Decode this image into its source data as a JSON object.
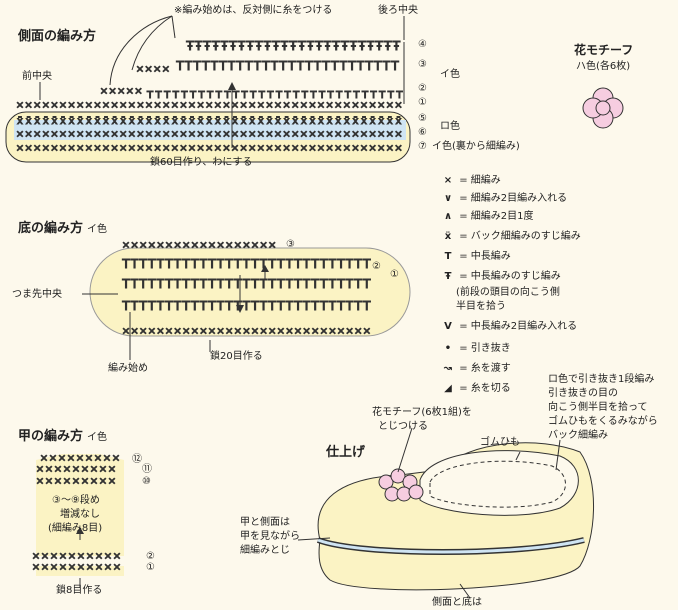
{
  "colors": {
    "background": "#fdf9ec",
    "yarn_i": "#fbf3c4",
    "yarn_ro": "#cfe4f3",
    "flower": "#f6cde0",
    "line": "#333333"
  },
  "side": {
    "title": "側面の編み方",
    "note": "※編み始めは、反対側に糸をつける",
    "back_center": "後ろ中央",
    "front_center": "前中央",
    "color_i": "イ色",
    "color_ro": "ロ色",
    "row7": "イ色(裏から細編み)",
    "chain": "鎖60目作り、わにする",
    "rows": [
      "④",
      "③",
      "②",
      "①",
      "⑤",
      "⑥",
      "⑦"
    ]
  },
  "bottom": {
    "title": "底の編み方",
    "color": "イ色",
    "toe": "つま先中央",
    "start": "編み始め",
    "chain": "鎖20目作る",
    "rows": [
      "③",
      "②",
      "①"
    ]
  },
  "instep": {
    "title": "甲の編み方",
    "color": "イ色",
    "center_l1": "③～⑨段め",
    "center_l2": "増減なし",
    "center_l3": "(細編み8目)",
    "chain": "鎖8目作る",
    "rows": [
      "⑫",
      "⑪",
      "⑩",
      "②",
      "①"
    ]
  },
  "motif": {
    "title": "花モチーフ",
    "subtitle": "ハ色(各6枚)"
  },
  "legend": [
    {
      "sym": "×",
      "label": "= 細編み"
    },
    {
      "sym": "∨",
      "label": "= 細編み2目編み入れる"
    },
    {
      "sym": "∧",
      "label": "= 細編み2目1度"
    },
    {
      "sym": "ẍ",
      "label": "= バック細編みのすじ編み"
    },
    {
      "sym": "T",
      "label": "= 中長編み"
    },
    {
      "sym": "Ŧ",
      "label": "= 中長編みのすじ編み"
    },
    {
      "sym": "",
      "label": "(前段の頭目の向こう側"
    },
    {
      "sym": "",
      "label": "  半目を拾う"
    },
    {
      "sym": "V",
      "label": "= 中長編み2目編み入れる"
    },
    {
      "sym": "•",
      "label": "= 引き抜き"
    },
    {
      "sym": "↝",
      "label": "= 糸を渡す"
    },
    {
      "sym": "◢",
      "label": "= 糸を切る"
    }
  ],
  "finish": {
    "title": "仕上げ",
    "motif_note_1": "花モチーフ(6枚1組)を",
    "motif_note_2": "とじつける",
    "elastic": "ゴムひも",
    "ro_note": [
      "ロ色で引き抜き1段編み",
      "引き抜きの目の",
      "向こう側半目を拾って",
      "ゴムひもをくるみながら",
      "バック細編み"
    ],
    "kou_note": [
      "甲と側面は",
      "甲を見ながら",
      "細編みとじ"
    ],
    "sokumen_note": "側面と底は"
  }
}
